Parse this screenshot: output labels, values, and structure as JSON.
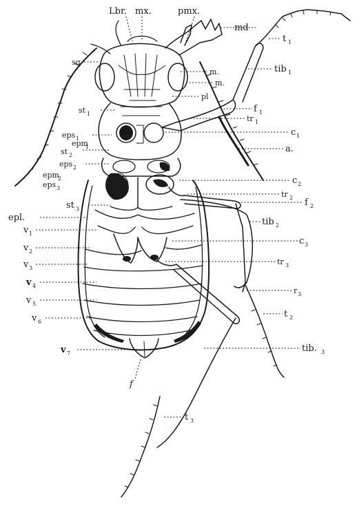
{
  "figure": {
    "labels_top": {
      "lbr": "Lbr.",
      "mx": "mx.",
      "pmx": "pmx."
    },
    "labels_right": {
      "md": "md",
      "t1": "t",
      "t1_sub": "1",
      "tb1": "tib",
      "tb1_sub": "1",
      "m_a": "m.",
      "m_b": "m.",
      "pl": "pl",
      "f1": "f",
      "f1_sub": "1",
      "tr1": "tr",
      "tr1_sub": "1",
      "c1": "c",
      "c1_sub": "1",
      "a": "a.",
      "c2": "c",
      "c2_sub": "2",
      "tr2": "tr",
      "tr2_sub": "2",
      "f2": "f",
      "f2_sub": "2",
      "tb2": "tib",
      "tb2_sub": "2",
      "c3": "c",
      "c3_sub": "3",
      "tr3": "tr",
      "tr3_sub": "3",
      "r3": "r",
      "r3_sub": "3",
      "t2": "t",
      "t2_sub": "2",
      "tib3": "tib.",
      "tib3_sub": "3",
      "t3": "t",
      "t3_sub": "3"
    },
    "labels_left": {
      "sq": "sq",
      "st1": "st",
      "st1_sub": "1",
      "eps1": "eps",
      "eps1_sub": "1",
      "epm1": "epm",
      "epm1_sub": "1",
      "st2": "st",
      "st2_sub": "2",
      "eps2": "eps",
      "eps2_sub": "2",
      "epm2": "epm",
      "epm2_sub": "2",
      "eps3": "eps",
      "eps3_sub": "3",
      "st3": "st",
      "st3_sub": "3",
      "epl": "epl.",
      "v1": "v",
      "v1_sub": "1",
      "v2": "v",
      "v2_sub": "2",
      "v3": "v",
      "v3_sub": "3",
      "v4": "v",
      "v4_sub": "4",
      "v5": "v",
      "v5_sub": "5",
      "v6": "v",
      "v6_sub": "6",
      "v7": "v",
      "v7_sub": "7"
    },
    "labels_bottom": {
      "f": "f"
    }
  }
}
